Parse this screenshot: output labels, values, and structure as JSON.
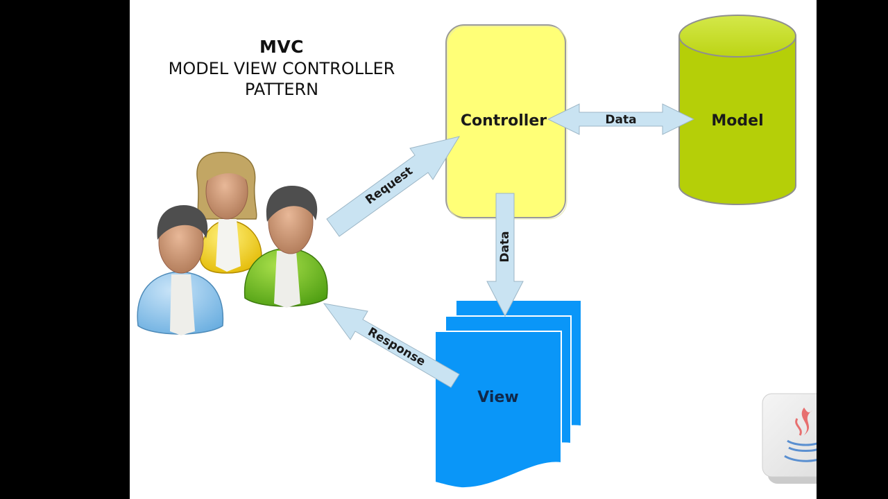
{
  "title": {
    "main": "MVC",
    "line1": "MODEL VIEW CONTROLLER",
    "line2": "PATTERN"
  },
  "nodes": {
    "controller": "Controller",
    "model": "Model",
    "view": "View"
  },
  "arrows": {
    "request": "Request",
    "response": "Response",
    "controller_model": "Data",
    "controller_view": "Data"
  },
  "icons": {
    "users": "users-icon",
    "java_logo": "java-logo-icon"
  },
  "colors": {
    "controller": "#ffff77",
    "model": "#b5cf08",
    "view": "#0a96f8",
    "arrow": "#c9e3f2"
  }
}
